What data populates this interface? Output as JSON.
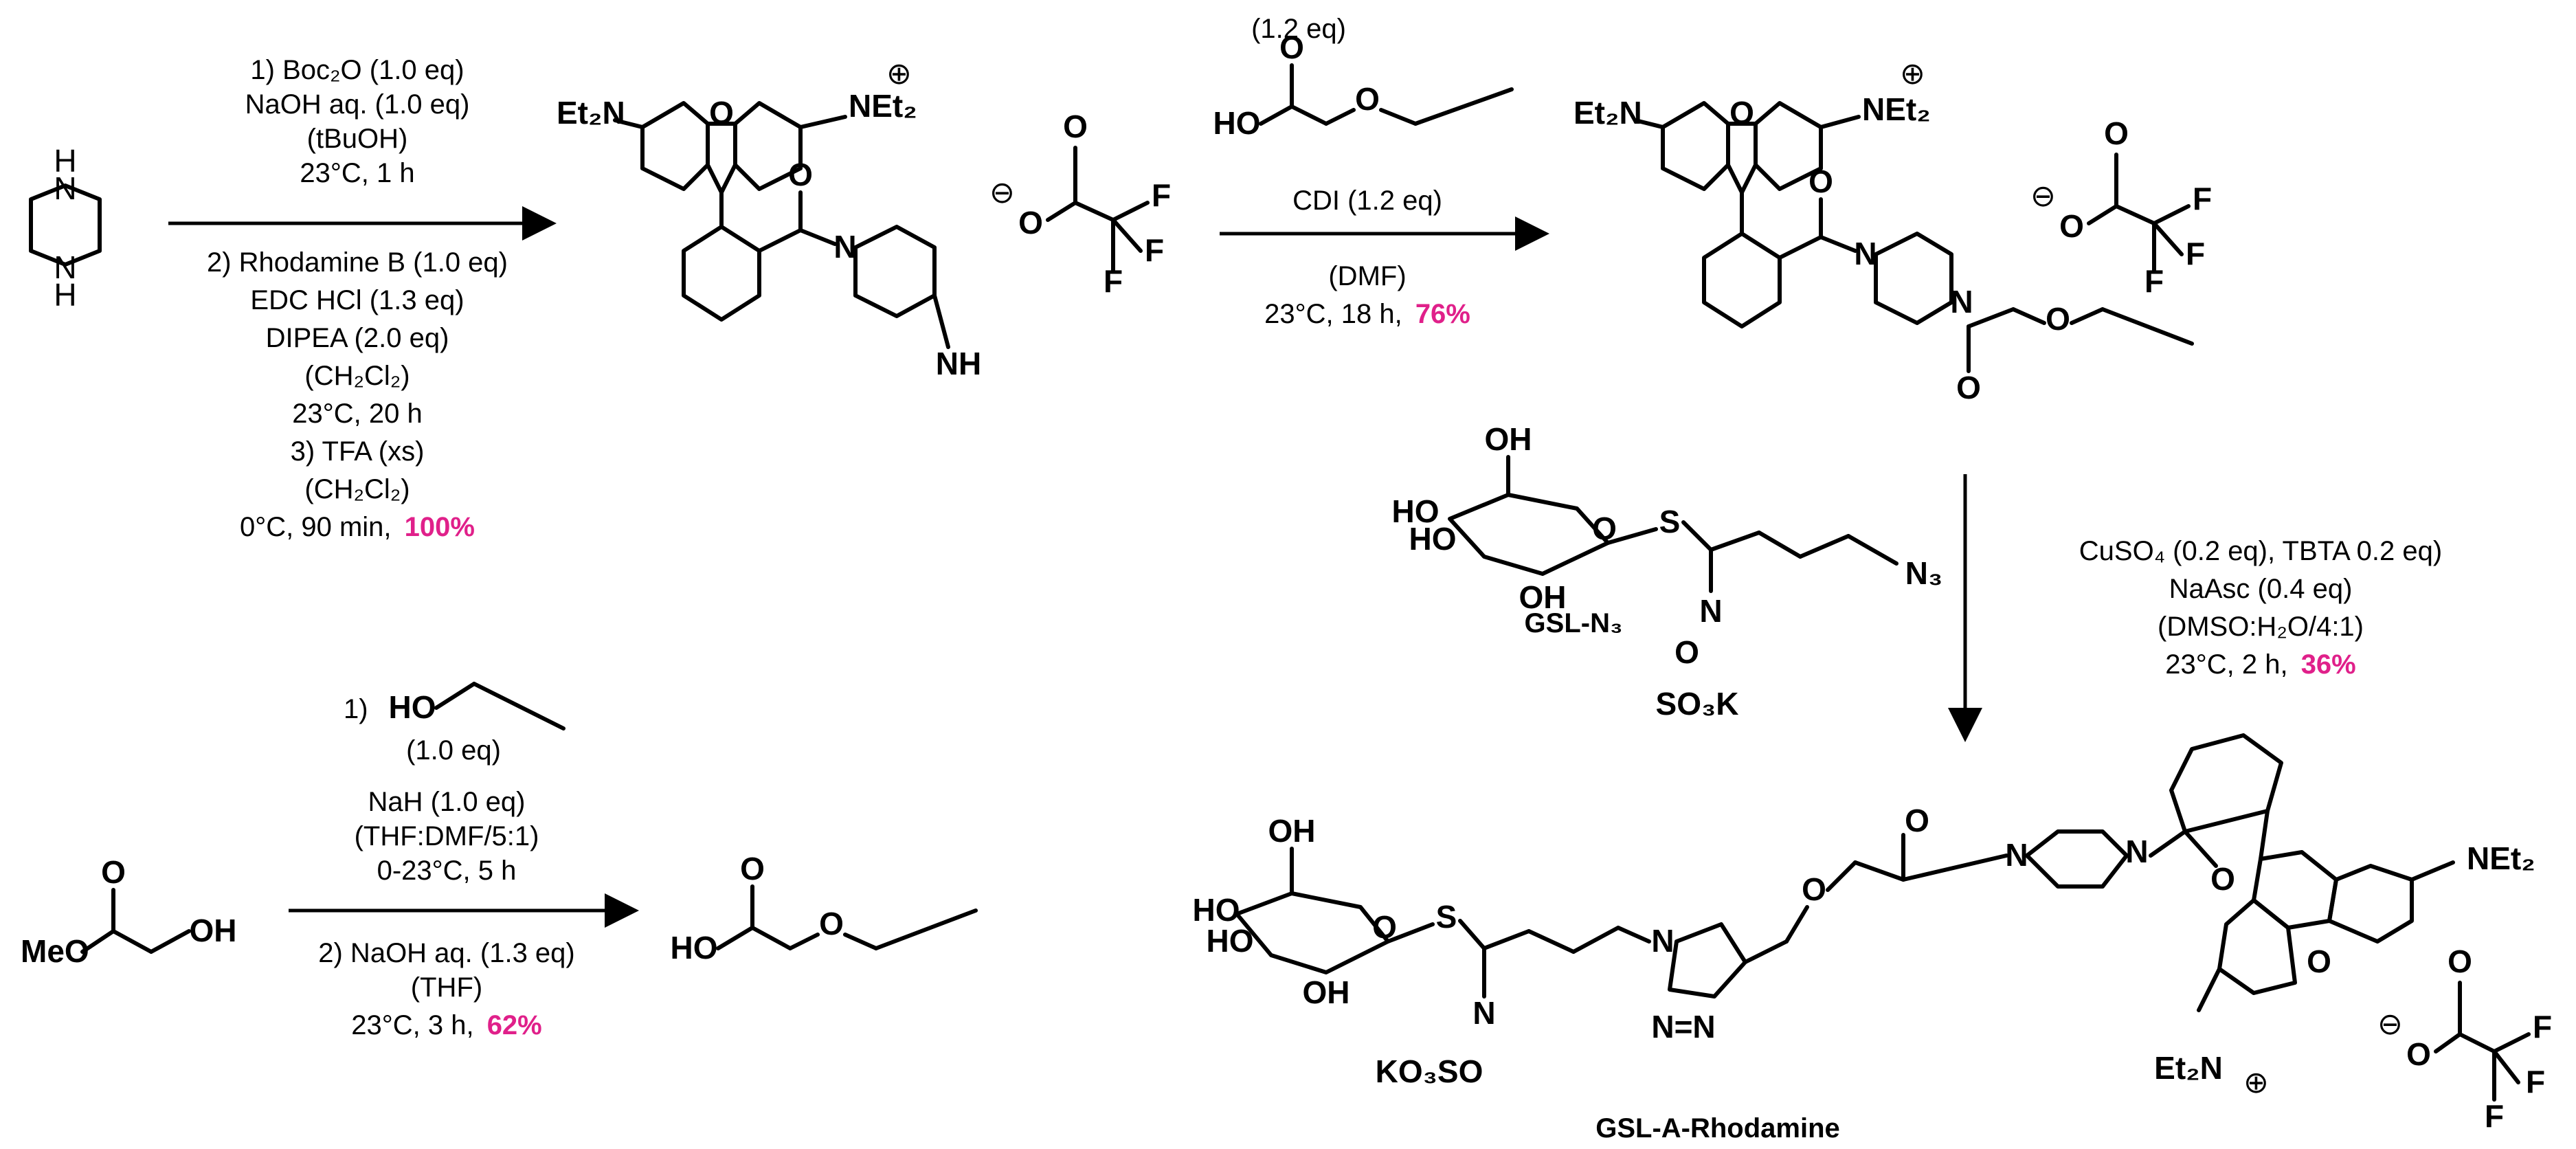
{
  "colors": {
    "text": "#000000",
    "yield": "#e0208a",
    "background": "#ffffff"
  },
  "step1": {
    "lines": [
      "1) Boc₂O (1.0 eq)",
      "NaOH aq. (1.0 eq)",
      "(tBuOH)",
      "23°C, 1 h",
      "2) Rhodamine B (1.0 eq)",
      "EDC HCl (1.3 eq)",
      "DIPEA (2.0 eq)",
      "(CH₂Cl₂)",
      "23°C, 20 h",
      "3) TFA (xs)",
      "(CH₂Cl₂)"
    ],
    "last_line": "0°C, 90 min,",
    "yield": "100%"
  },
  "step2": {
    "reagent_eq": "(1.2 eq)",
    "cdi": "CDI (1.2 eq)",
    "solvent": "(DMF)",
    "time": "23°C, 18 h,",
    "yield": "76%"
  },
  "step3": {
    "lines": [
      "CuSO₄ (0.2 eq), TBTA 0.2 eq)",
      "NaAsc (0.4 eq)",
      "(DMSO:H₂O/4:1)"
    ],
    "time": "23°C, 2 h,",
    "yield": "36%"
  },
  "step4": {
    "prefix": "1)",
    "eq": "(1.0 eq)",
    "lines": [
      "NaH (1.0 eq)",
      "(THF:DMF/5:1)",
      "0-23°C, 5 h",
      "2) NaOH aq. (1.3 eq)",
      "(THF)"
    ],
    "time": "23°C, 3 h,",
    "yield": "62%"
  },
  "atoms": {
    "nh": "H",
    "n": "N",
    "et2n": "Et₂N",
    "net2": "NEt₂",
    "o": "O",
    "ho": "HO",
    "meo": "MeO",
    "oh": "OH",
    "s": "S",
    "n3": "N₃",
    "so3k": "SO₃K",
    "ko3so": "KO₃SO",
    "f": "F",
    "nh_ring": "NH",
    "plus": "⊕",
    "minus": "⊖",
    "nn": "N=N"
  },
  "labels": {
    "gsl_n3": "GSL-N₃",
    "product": "GSL-A-Rhodamine"
  }
}
